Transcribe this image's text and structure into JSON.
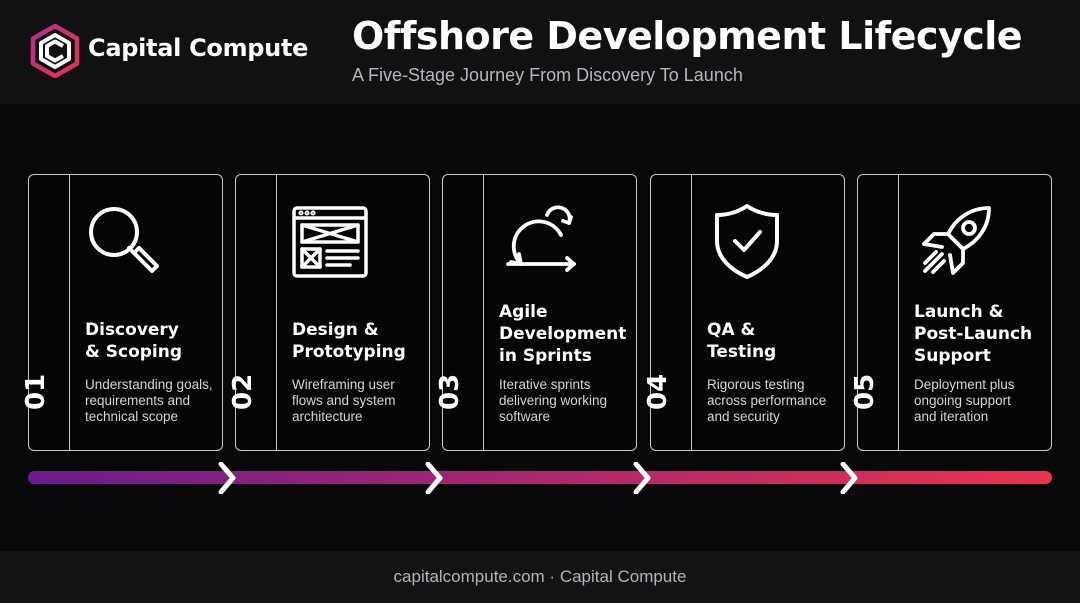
{
  "brand": {
    "name": "Capital Compute"
  },
  "header": {
    "title": "Offshore Development Lifecycle",
    "subtitle": "A Five-Stage Journey From Discovery To Launch"
  },
  "stages": [
    {
      "number": "01",
      "icon": "magnifier-icon",
      "title": "Discovery\n& Scoping",
      "description": "Understanding goals,\nrequirements and\ntechnical scope"
    },
    {
      "number": "02",
      "icon": "wireframe-icon",
      "title": "Design &\nPrototyping",
      "description": "Wireframing user\nflows and system\narchitecture"
    },
    {
      "number": "03",
      "icon": "cycle-arrows-icon",
      "title": "Agile\nDevelopment\nin Sprints",
      "description": "Iterative sprints\ndelivering working\nsoftware"
    },
    {
      "number": "04",
      "icon": "shield-check-icon",
      "title": "QA &\nTesting",
      "description": "Rigorous testing\nacross performance\nand security"
    },
    {
      "number": "05",
      "icon": "rocket-icon",
      "title": "Launch &\nPost-Launch\nSupport",
      "description": "Deployment plus\nongoing support\nand iteration"
    }
  ],
  "progress": {
    "gradient_start": "#6a1d8c",
    "gradient_end": "#e8334f"
  },
  "footer": {
    "text": "capitalcompute.com · Capital Compute"
  }
}
